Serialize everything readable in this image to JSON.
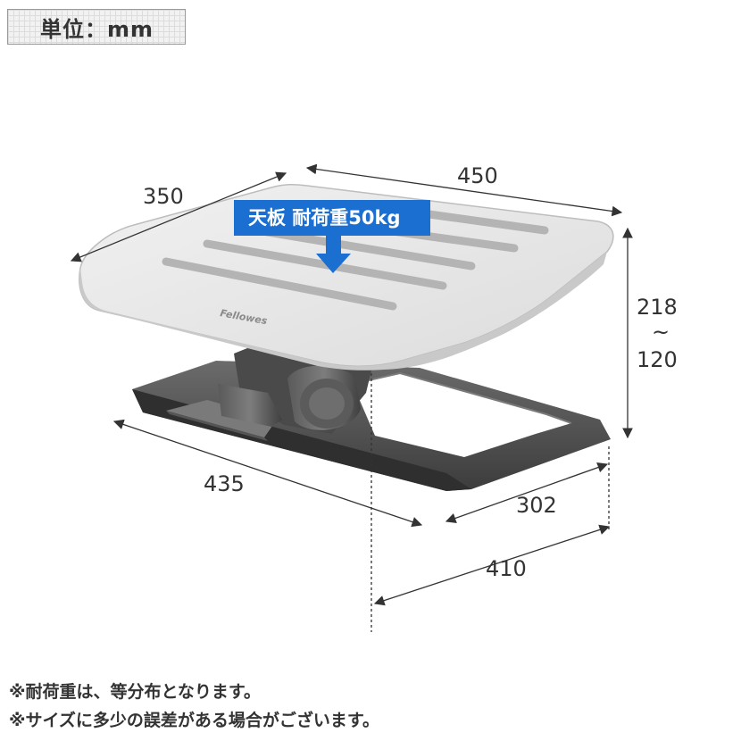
{
  "unit_label": "単位：mm",
  "dimensions": {
    "top_depth": "350",
    "top_width": "450",
    "height_max": "218",
    "height_tilde": "~",
    "height_min": "120",
    "base_width": "435",
    "base_inner": "302",
    "base_depth": "410"
  },
  "callout": {
    "text": "天板 耐荷重50kg"
  },
  "brand": "Fellowes",
  "notes": [
    "※耐荷重は、等分布となります。",
    "※サイズに多少の誤差がある場合がございます。"
  ],
  "colors": {
    "callout_blue": "#1a6fd1",
    "board_light": "#e9e9e9",
    "base_dark": "#4a4a4a"
  }
}
